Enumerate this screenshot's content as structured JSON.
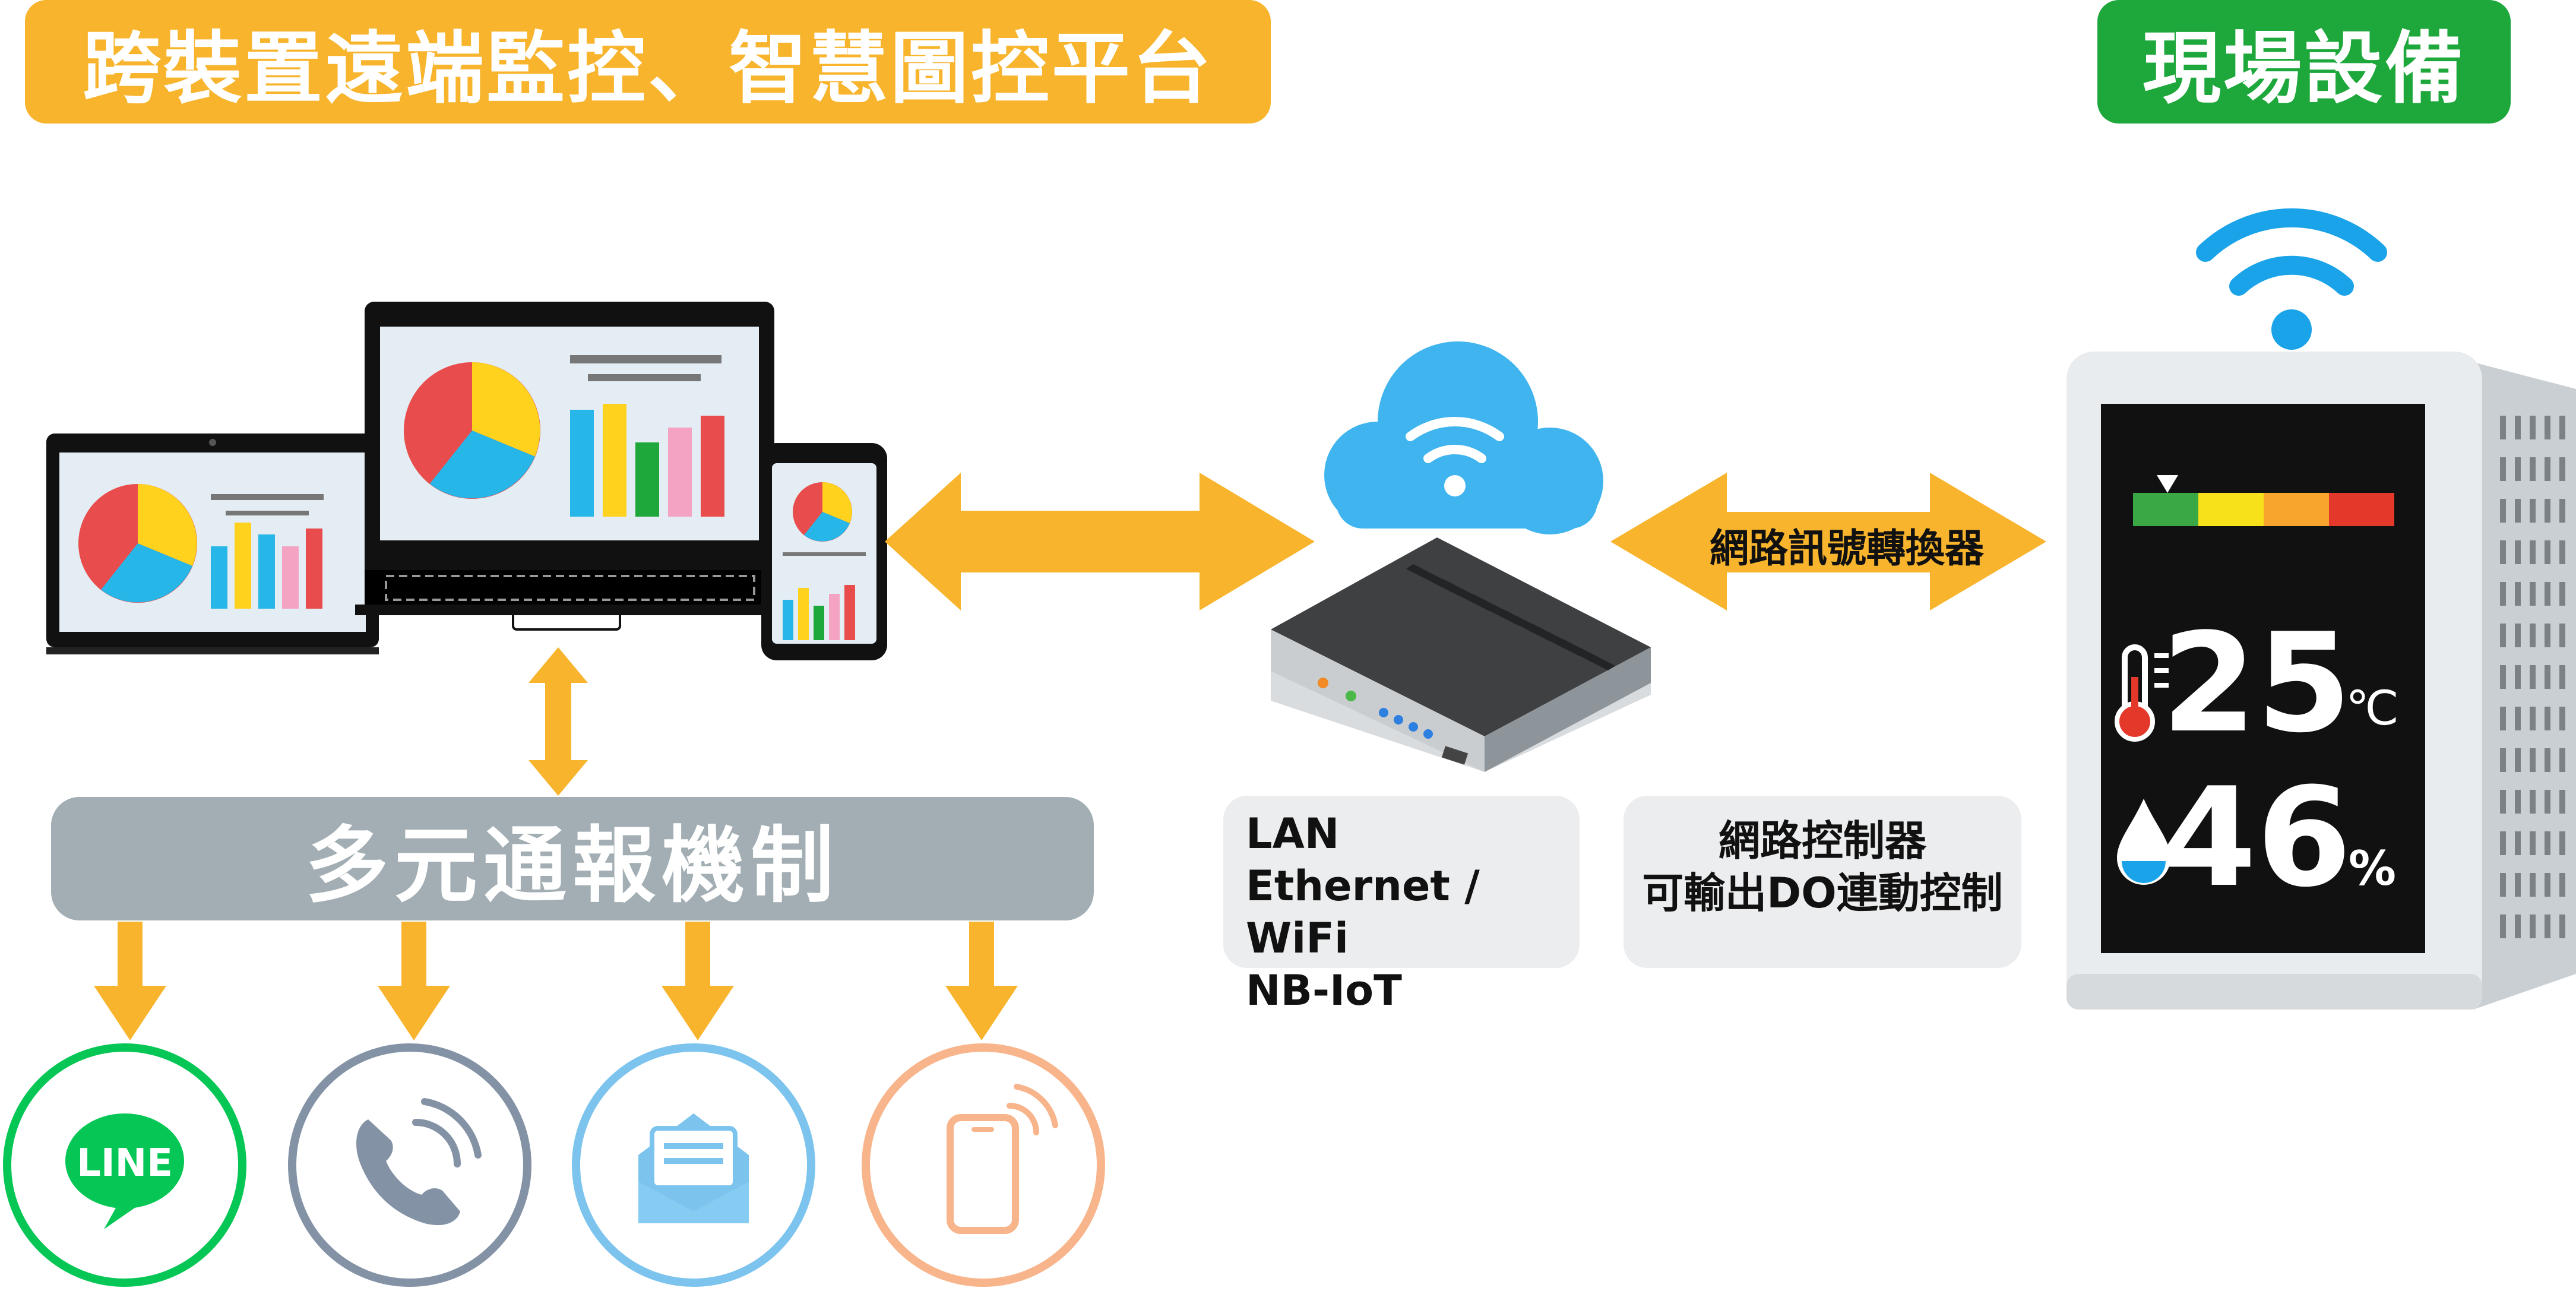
{
  "title_left": "跨裝置遠端監控、智慧圖控平台",
  "title_right": "現場設備",
  "notify_bar": "多元通報機制",
  "line_label": "LINE",
  "converter_label": "網路訊號轉換器",
  "lan_box": {
    "line1": "LAN",
    "line2": "Ethernet / WiFi",
    "line3": "NB-IoT"
  },
  "ctrl_box": {
    "line1": "網路控制器",
    "line2": "可輸出DO連動控制"
  },
  "sensor": {
    "temperature": "25",
    "temperature_unit": "℃",
    "humidity": "46",
    "humidity_unit": "%"
  },
  "colors": {
    "orange": "#F7B42C",
    "green": "#1EA83C",
    "grey": "#A2AEB3",
    "wifi_blue": "#1AA3E8",
    "line_green": "#06C755",
    "phone_grey": "#8492A6",
    "mail_blue": "#7CC4EE",
    "sms_peach": "#F8B48A"
  },
  "icons": [
    "pie-chart-icon",
    "bar-chart-icon",
    "wifi-icon",
    "cloud-icon",
    "router-icon",
    "thermometer-icon",
    "water-drop-icon",
    "line-icon",
    "phone-icon",
    "mail-icon",
    "smartphone-icon"
  ]
}
